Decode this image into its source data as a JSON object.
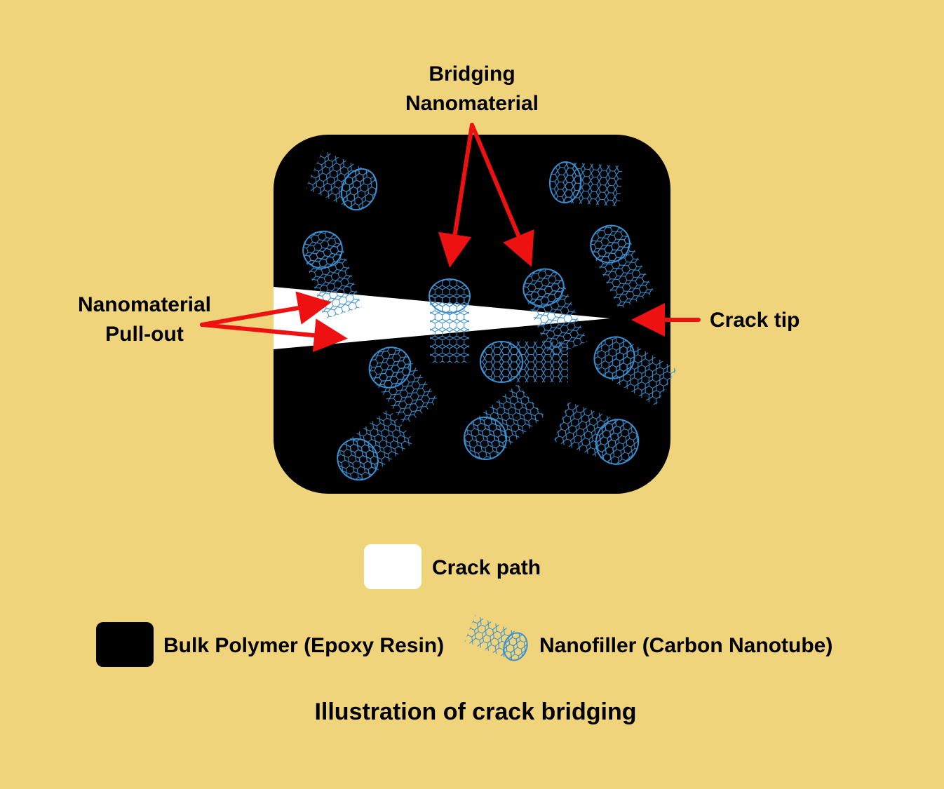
{
  "diagram": {
    "colors": {
      "background": "#F0D47C",
      "matrix": "#000000",
      "crack": "#FFFFFF",
      "nanotube": "#3A8FD0",
      "arrow": "#EE1111"
    },
    "labels": {
      "bridging_line1": "Bridging",
      "bridging_line2": "Nanomaterial",
      "pullout_line1": "Nanomaterial",
      "pullout_line2": "Pull-out",
      "crack_tip": "Crack tip"
    },
    "legend": {
      "crack_path": "Crack path",
      "bulk_polymer": "Bulk Polymer (Epoxy Resin)",
      "nanofiller": "Nanofiller (Carbon Nanotube)"
    },
    "caption": "Illustration of crack bridging",
    "icons": [
      "carbon-nanotube-icon",
      "red-arrow-icon"
    ]
  }
}
